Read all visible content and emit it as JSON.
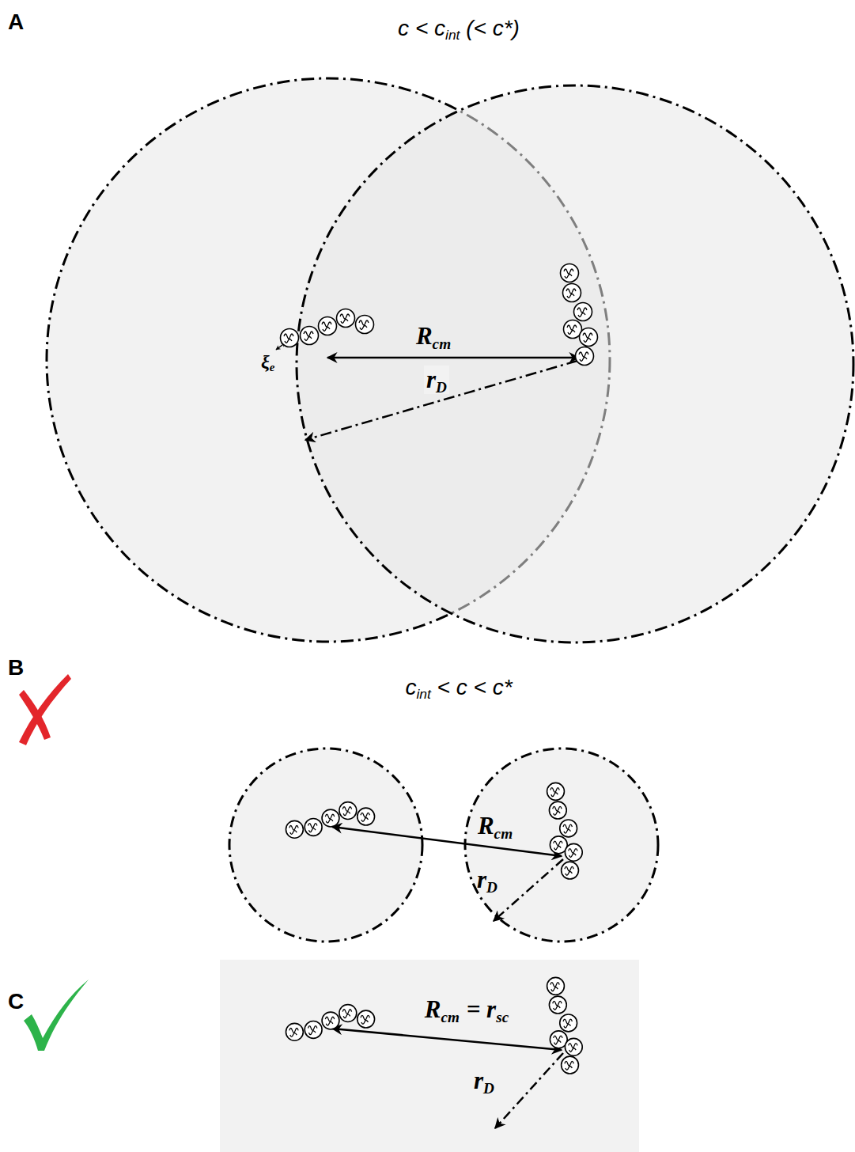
{
  "diagram": {
    "labels": [
      "A",
      "c < c",
      "int",
      "(< c*)",
      "ξ",
      "e",
      "R",
      "cm",
      "r",
      "D",
      "B",
      "c",
      "int",
      "< c < c*",
      "R",
      "cm",
      "r",
      "D",
      "C",
      "R",
      "cm",
      "= r",
      "sc",
      "r",
      "D"
    ]
  }
}
